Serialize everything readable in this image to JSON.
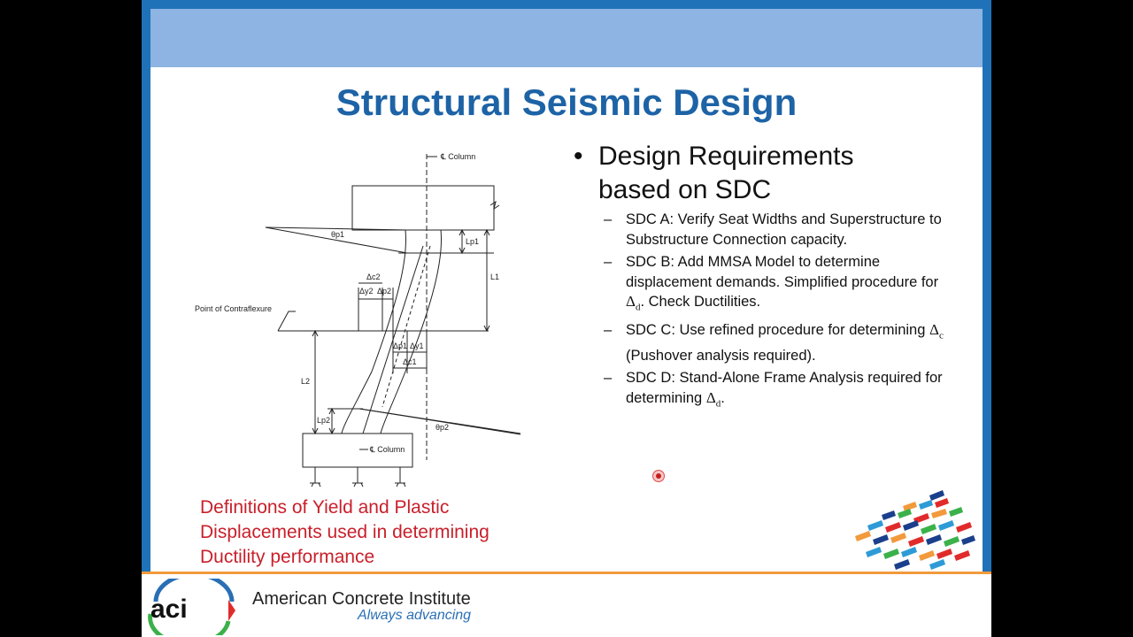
{
  "slide": {
    "title": "Structural Seismic Design",
    "main_bullet": "Design Requirements based on SDC",
    "bullet_symbol": "•",
    "dash_symbol": "–",
    "delta_symbol": "Δ",
    "sub_bullets": [
      {
        "text": "SDC A: Verify Seat Widths and Superstructure to Substructure Connection capacity."
      },
      {
        "pre": "SDC B: Add MMSA Model to determine displacement demands. Simplified procedure for ",
        "delta_sub": "d",
        "post": ". Check Ductilities."
      },
      {
        "pre": "SDC C: Use refined procedure for determining ",
        "delta_sub": "c",
        "post": " (Pushover analysis required)."
      },
      {
        "pre": "SDC D: Stand-Alone Frame Analysis required for determining ",
        "delta_sub": "d",
        "post": "."
      }
    ],
    "caption_lines": [
      "Definitions of Yield and Plastic",
      "Displacements used in determining",
      "Ductility performance"
    ]
  },
  "diagram": {
    "labels": {
      "column_top": "℄ Column",
      "column_bottom": "℄ Column",
      "theta_p1": "θp1",
      "theta_p2": "θp2",
      "lp1": "Lp1",
      "lp2": "Lp2",
      "l1": "L1",
      "l2": "L2",
      "contraflexure": "Point of Contraflexure",
      "dc2": "Δc2",
      "dy2": "Δy2",
      "dp2": "Δp2",
      "dp1": "Δp1",
      "dy1": "Δy1",
      "dc1": "Δc1"
    }
  },
  "footer": {
    "logo_text": "aci",
    "org_name": "American Concrete Institute",
    "tagline": "Always advancing"
  },
  "colors": {
    "title": "#1d63a6",
    "header_band": "#8db4e2",
    "frame": "#1f72b8",
    "caption": "#c8202b",
    "footer_line": "#f29a3c",
    "tagline": "#2a6fb5"
  }
}
